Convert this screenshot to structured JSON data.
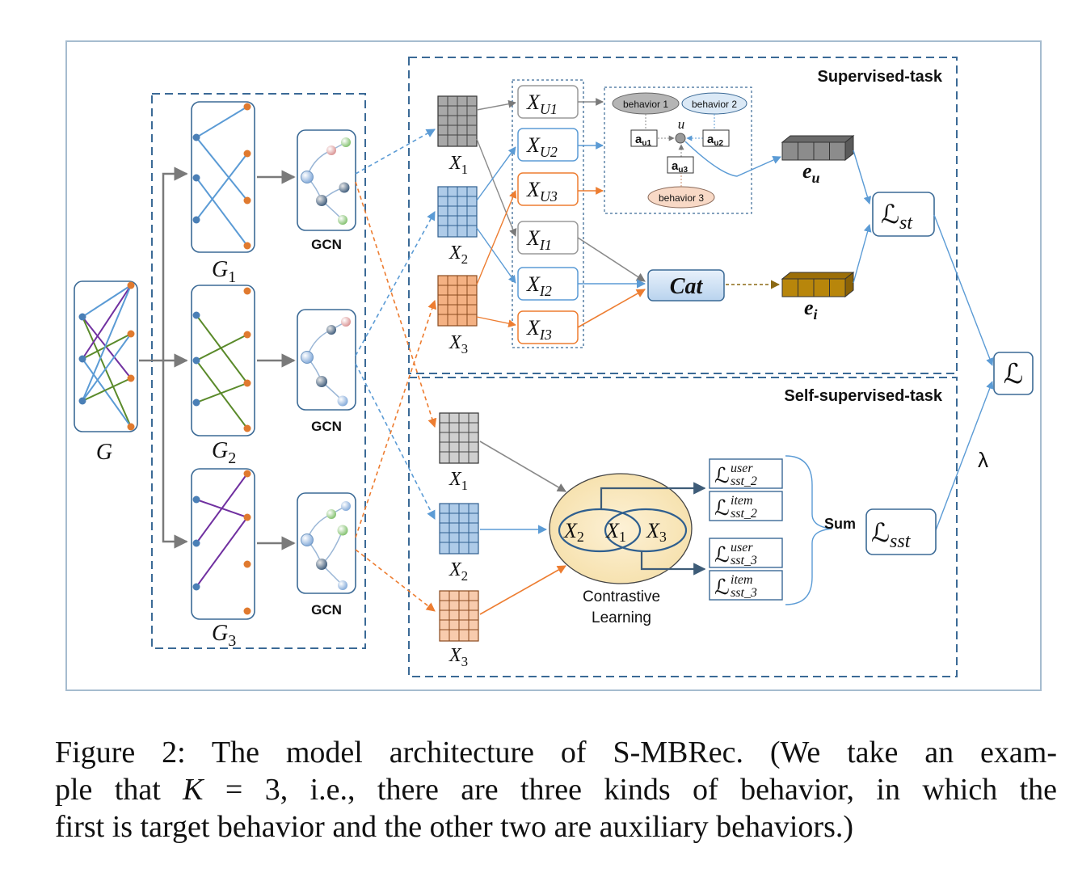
{
  "panels": {
    "supervised_title": "Supervised-task",
    "self_supervised_title": "Self-supervised-task"
  },
  "graphs": {
    "G": "G",
    "G1": "G",
    "G1_sub": "1",
    "G2": "G",
    "G2_sub": "2",
    "G3": "G",
    "G3_sub": "3",
    "gcn": "GCN"
  },
  "embeddings": {
    "X": "X",
    "sub1": "1",
    "sub2": "2",
    "sub3": "3",
    "U1": "U1",
    "U2": "U2",
    "U3": "U3",
    "I1": "I1",
    "I2": "I2",
    "I3": "I3"
  },
  "attention": {
    "behavior1": "behavior 1",
    "behavior2": "behavior 2",
    "behavior3": "behavior 3",
    "u": "u",
    "a": "a",
    "au1": "u1",
    "au2": "u2",
    "au3": "u3"
  },
  "outputs": {
    "cat": "Cat",
    "e": "e",
    "eu_sub": "u",
    "ei_sub": "i",
    "L": "ℒ",
    "st": "st",
    "sst": "sst",
    "lambda": "λ",
    "sum": "Sum"
  },
  "contrastive": {
    "x2": "X",
    "x1": "X",
    "x3": "X",
    "label_line1": "Contrastive",
    "label_line2": "Learning",
    "user": "user",
    "item": "item",
    "sst2": "sst_2",
    "sst3": "sst_3"
  },
  "caption": {
    "line1": "Figure 2:  The model architecture of S-MBRec. (We take an exam-",
    "line2_a": "ple that ",
    "line2_k": "K",
    "line2_b": " = 3, i.e., there are three kinds of behavior, in which the",
    "line3": "first is target behavior and the other two are auxiliary behaviors.)"
  },
  "colors": {
    "frame": "#a6bccf",
    "dash": "#3b6a96",
    "blue_edge": "#5b9bd5",
    "orange_edge": "#ed7d31",
    "purple_edge": "#7030a0",
    "green_edge": "#5a8a2a",
    "gray_line": "#808080",
    "gray_matrix": "#a8a8a8",
    "blue_matrix": "#aecbe8",
    "orange_matrix": "#f4b183",
    "eu_fill": "#8c8c8c",
    "ei_fill": "#b8860b"
  }
}
